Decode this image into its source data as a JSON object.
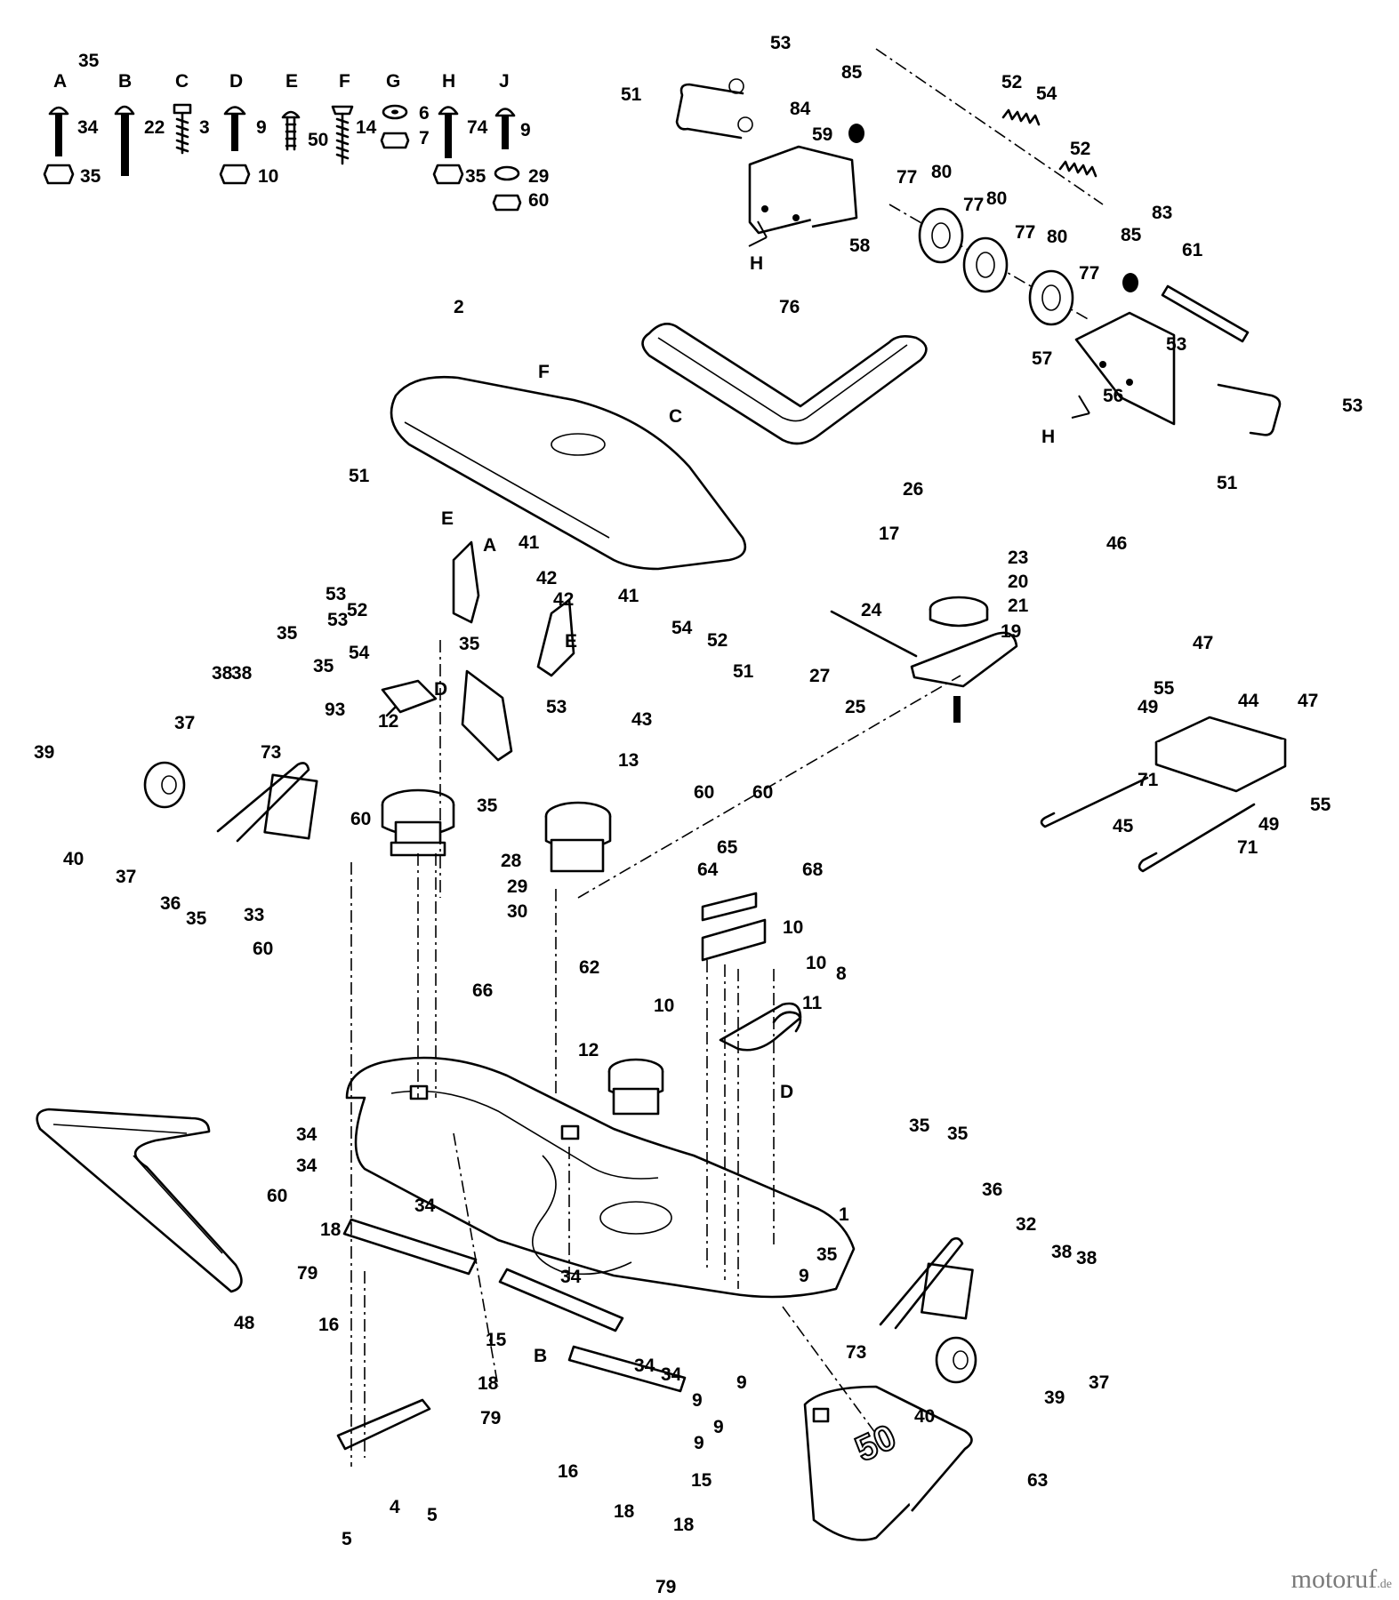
{
  "hardware_key": [
    {
      "letter": "A",
      "parts": [
        "34",
        "35"
      ]
    },
    {
      "letter": "B",
      "parts": [
        "22"
      ]
    },
    {
      "letter": "C",
      "parts": [
        "3"
      ]
    },
    {
      "letter": "D",
      "parts": [
        "9",
        "10"
      ]
    },
    {
      "letter": "E",
      "parts": [
        "50"
      ]
    },
    {
      "letter": "F",
      "parts": [
        "14"
      ]
    },
    {
      "letter": "G",
      "parts": [
        "6",
        "7"
      ]
    },
    {
      "letter": "H",
      "parts": [
        "74",
        "35"
      ]
    },
    {
      "letter": "J",
      "parts": [
        "9",
        "29",
        "60"
      ]
    }
  ],
  "callouts": [
    "1",
    "2",
    "4",
    "5",
    "5",
    "8",
    "9",
    "9",
    "9",
    "9",
    "9",
    "10",
    "10",
    "10",
    "11",
    "12",
    "12",
    "13",
    "15",
    "15",
    "16",
    "16",
    "17",
    "18",
    "18",
    "18",
    "18",
    "19",
    "20",
    "21",
    "23",
    "24",
    "25",
    "26",
    "27",
    "28",
    "29",
    "30",
    "32",
    "33",
    "34",
    "34",
    "34",
    "34",
    "34",
    "34",
    "35",
    "35",
    "35",
    "35",
    "35",
    "35",
    "35",
    "35",
    "35",
    "36",
    "36",
    "37",
    "37",
    "37",
    "38",
    "38",
    "38",
    "38",
    "39",
    "39",
    "40",
    "40",
    "41",
    "41",
    "42",
    "42",
    "43",
    "44",
    "45",
    "46",
    "47",
    "47",
    "48",
    "49",
    "49",
    "51",
    "51",
    "51",
    "51",
    "52",
    "52",
    "52",
    "52",
    "53",
    "53",
    "53",
    "53",
    "53",
    "53",
    "54",
    "54",
    "54",
    "55",
    "55",
    "56",
    "57",
    "58",
    "59",
    "60",
    "60",
    "60",
    "60",
    "60",
    "61",
    "62",
    "63",
    "64",
    "65",
    "66",
    "68",
    "71",
    "71",
    "73",
    "73",
    "76",
    "77",
    "77",
    "77",
    "77",
    "79",
    "79",
    "79",
    "80",
    "80",
    "80",
    "83",
    "84",
    "85",
    "85",
    "93"
  ],
  "ref_letters": [
    "A",
    "B",
    "C",
    "D",
    "E",
    "E",
    "F",
    "G",
    "H",
    "H"
  ],
  "deck_emblem": "50",
  "watermark": {
    "brand": "motoruf",
    "domain": ".de"
  }
}
